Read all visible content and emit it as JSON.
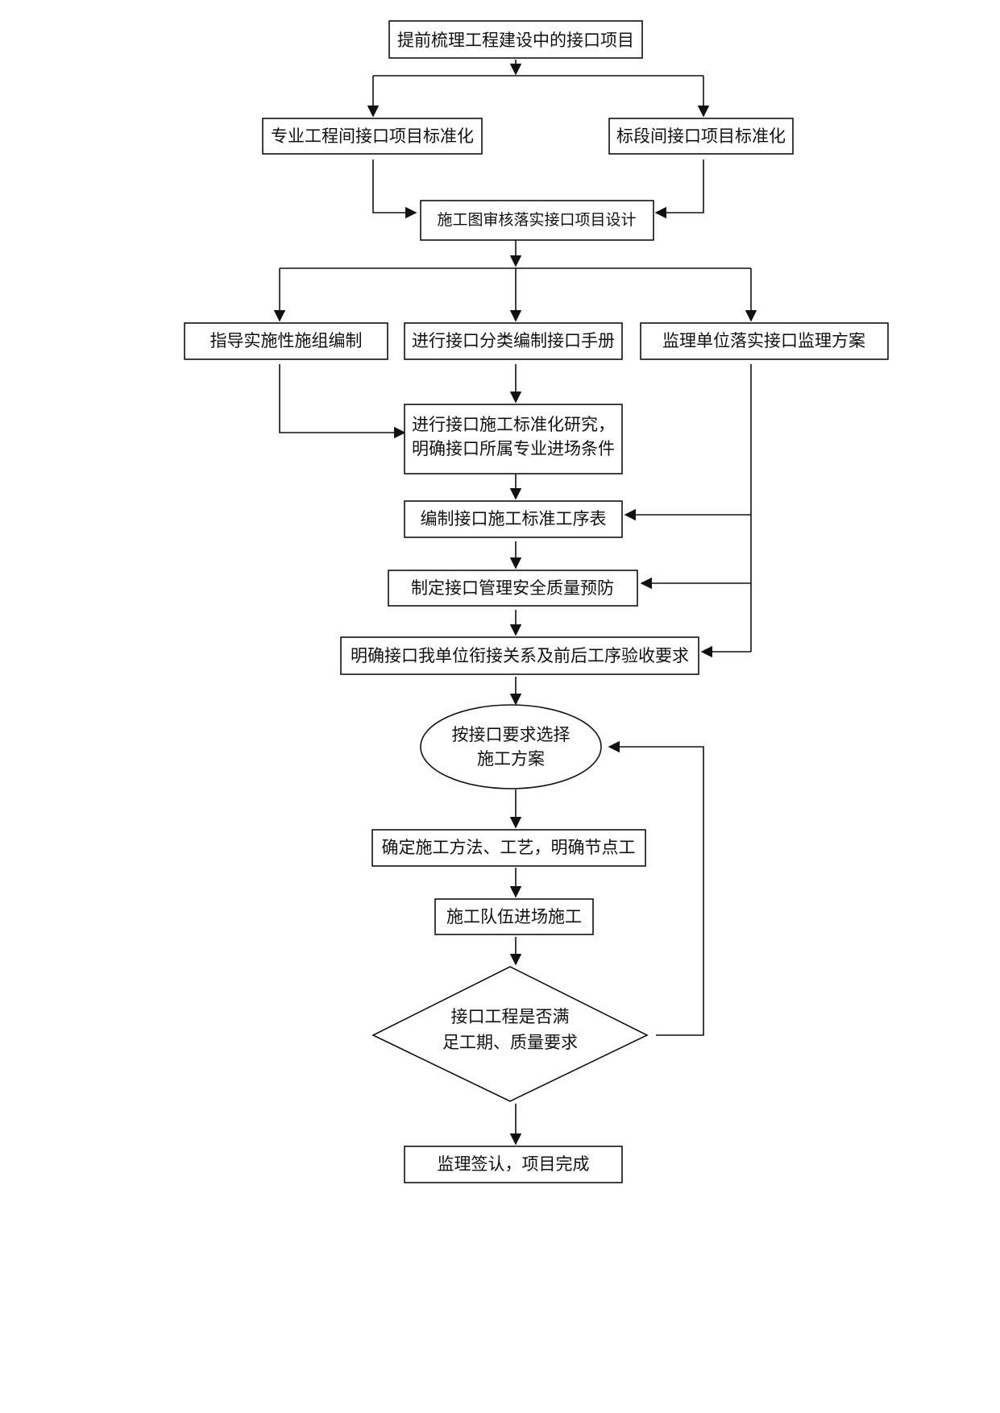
{
  "nodes": {
    "start": "提前梳理工程建设中的接口项目",
    "specialty_standardize": "专业工程间接口项目标准化",
    "section_standardize": "标段间接口项目标准化",
    "drawing_review": "施工图审核落实接口项目设计",
    "guide_compile": "指导实施性施组编制",
    "classify_manual": "进行接口分类编制接口手册",
    "supervision_plan": "监理单位落实接口监理方案",
    "standard_research_1": "进行接口施工标准化研究，",
    "standard_research_2": "明确接口所属专业进场条件",
    "procedure_table": "编制接口施工标准工序表",
    "safety_quality": "制定接口管理安全质量预防",
    "handover_req": "明确接口我单位衔接关系及前后工序验收要求",
    "choose_plan_1": "按接口要求选择",
    "choose_plan_2": "施工方案",
    "method_process": "确定施工方法、工艺，明确节点工",
    "team_enter": "施工队伍进场施工",
    "decision_1": "接口工程是否满",
    "decision_2": "足工期、质量要求",
    "end": "监理签认，项目完成"
  }
}
